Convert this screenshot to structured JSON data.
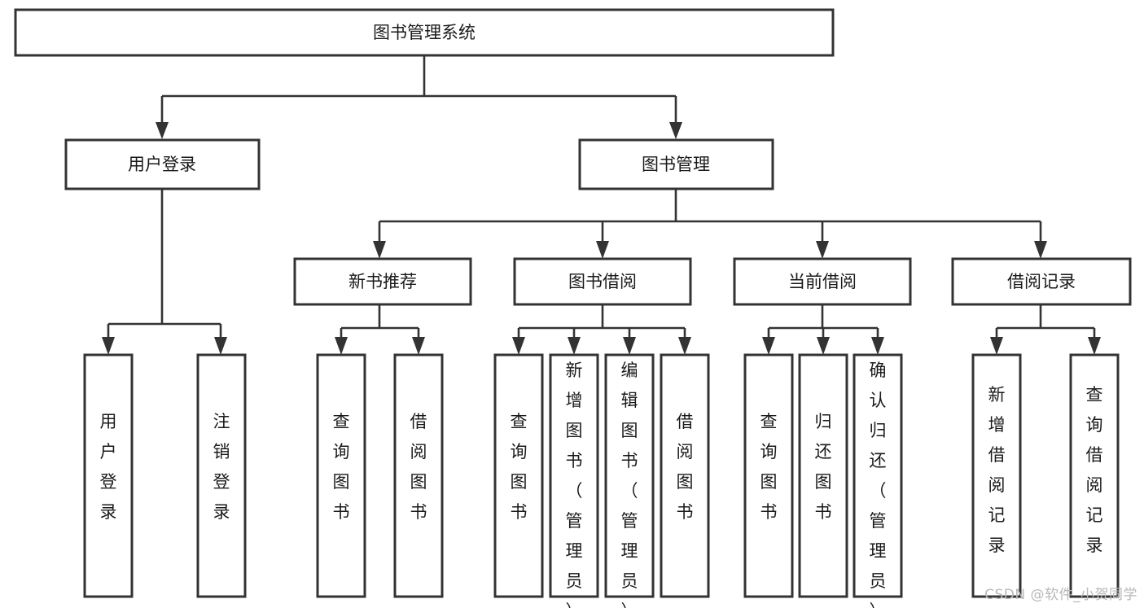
{
  "diagram": {
    "type": "tree",
    "title": "图书管理系统",
    "watermark": "CSDN @软件_小贺同学",
    "colors": {
      "box_stroke": "#333333",
      "box_fill": "#ffffff",
      "connector": "#333333",
      "text": "#1a1a1a",
      "watermark": "#b8b8b8",
      "background": "#ffffff"
    },
    "levels": {
      "root": "图书管理系统",
      "level2": [
        "用户登录",
        "图书管理"
      ],
      "level3": [
        "新书推荐",
        "图书借阅",
        "当前借阅",
        "借阅记录"
      ]
    },
    "nodes": {
      "root": {
        "label": "图书管理系统",
        "orientation": "horizontal"
      },
      "user_login": {
        "label": "用户登录",
        "orientation": "horizontal"
      },
      "book_manage": {
        "label": "图书管理",
        "orientation": "horizontal"
      },
      "new_book_rec": {
        "label": "新书推荐",
        "orientation": "horizontal"
      },
      "book_borrow": {
        "label": "图书借阅",
        "orientation": "horizontal"
      },
      "current_borrow": {
        "label": "当前借阅",
        "orientation": "horizontal"
      },
      "borrow_record": {
        "label": "借阅记录",
        "orientation": "horizontal"
      },
      "leaf_user_login": {
        "label": "用户登录",
        "orientation": "vertical"
      },
      "leaf_logout": {
        "label": "注销登录",
        "orientation": "vertical"
      },
      "leaf_query_book_a": {
        "label": "查询图书",
        "orientation": "vertical"
      },
      "leaf_borrow_book_a": {
        "label": "借阅图书",
        "orientation": "vertical"
      },
      "leaf_query_book_b": {
        "label": "查询图书",
        "orientation": "vertical"
      },
      "leaf_add_book": {
        "label": "新增图书（管理员）",
        "orientation": "vertical"
      },
      "leaf_edit_book": {
        "label": "编辑图书（管理员）",
        "orientation": "vertical"
      },
      "leaf_borrow_book_b": {
        "label": "借阅图书",
        "orientation": "vertical"
      },
      "leaf_query_book_c": {
        "label": "查询图书",
        "orientation": "vertical"
      },
      "leaf_return_book": {
        "label": "归还图书",
        "orientation": "vertical"
      },
      "leaf_confirm_return": {
        "label": "确认归还（管理员）",
        "orientation": "vertical"
      },
      "leaf_add_record": {
        "label": "新增借阅记录",
        "orientation": "vertical"
      },
      "leaf_query_record": {
        "label": "查询借阅记录",
        "orientation": "vertical"
      }
    },
    "edges": [
      {
        "from": "root",
        "to": "user_login"
      },
      {
        "from": "root",
        "to": "book_manage"
      },
      {
        "from": "user_login",
        "to": "leaf_user_login"
      },
      {
        "from": "user_login",
        "to": "leaf_logout"
      },
      {
        "from": "book_manage",
        "to": "new_book_rec"
      },
      {
        "from": "book_manage",
        "to": "book_borrow"
      },
      {
        "from": "book_manage",
        "to": "current_borrow"
      },
      {
        "from": "book_manage",
        "to": "borrow_record"
      },
      {
        "from": "new_book_rec",
        "to": "leaf_query_book_a"
      },
      {
        "from": "new_book_rec",
        "to": "leaf_borrow_book_a"
      },
      {
        "from": "book_borrow",
        "to": "leaf_query_book_b"
      },
      {
        "from": "book_borrow",
        "to": "leaf_add_book"
      },
      {
        "from": "book_borrow",
        "to": "leaf_edit_book"
      },
      {
        "from": "book_borrow",
        "to": "leaf_borrow_book_b"
      },
      {
        "from": "current_borrow",
        "to": "leaf_query_book_c"
      },
      {
        "from": "current_borrow",
        "to": "leaf_return_book"
      },
      {
        "from": "current_borrow",
        "to": "leaf_confirm_return"
      },
      {
        "from": "borrow_record",
        "to": "leaf_add_record"
      },
      {
        "from": "borrow_record",
        "to": "leaf_query_record"
      }
    ]
  }
}
